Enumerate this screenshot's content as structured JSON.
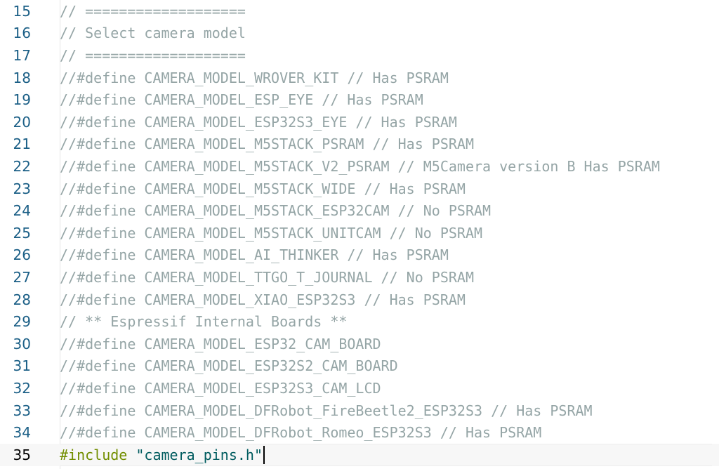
{
  "editor": {
    "lines": [
      {
        "num": "15",
        "text": "// ==================="
      },
      {
        "num": "16",
        "text": "// Select camera model"
      },
      {
        "num": "17",
        "text": "// ==================="
      },
      {
        "num": "18",
        "text": "//#define CAMERA_MODEL_WROVER_KIT // Has PSRAM"
      },
      {
        "num": "19",
        "text": "//#define CAMERA_MODEL_ESP_EYE // Has PSRAM"
      },
      {
        "num": "20",
        "text": "//#define CAMERA_MODEL_ESP32S3_EYE // Has PSRAM"
      },
      {
        "num": "21",
        "text": "//#define CAMERA_MODEL_M5STACK_PSRAM // Has PSRAM"
      },
      {
        "num": "22",
        "text": "//#define CAMERA_MODEL_M5STACK_V2_PSRAM // M5Camera version B Has PSRAM"
      },
      {
        "num": "23",
        "text": "//#define CAMERA_MODEL_M5STACK_WIDE // Has PSRAM"
      },
      {
        "num": "24",
        "text": "//#define CAMERA_MODEL_M5STACK_ESP32CAM // No PSRAM"
      },
      {
        "num": "25",
        "text": "//#define CAMERA_MODEL_M5STACK_UNITCAM // No PSRAM"
      },
      {
        "num": "26",
        "text": "//#define CAMERA_MODEL_AI_THINKER // Has PSRAM"
      },
      {
        "num": "27",
        "text": "//#define CAMERA_MODEL_TTGO_T_JOURNAL // No PSRAM"
      },
      {
        "num": "28",
        "text": "//#define CAMERA_MODEL_XIAO_ESP32S3 // Has PSRAM"
      },
      {
        "num": "29",
        "text": "// ** Espressif Internal Boards **"
      },
      {
        "num": "30",
        "text": "//#define CAMERA_MODEL_ESP32_CAM_BOARD"
      },
      {
        "num": "31",
        "text": "//#define CAMERA_MODEL_ESP32S2_CAM_BOARD"
      },
      {
        "num": "32",
        "text": "//#define CAMERA_MODEL_ESP32S3_CAM_LCD"
      },
      {
        "num": "33",
        "text": "//#define CAMERA_MODEL_DFRobot_FireBeetle2_ESP32S3 // Has PSRAM"
      },
      {
        "num": "34",
        "text": "//#define CAMERA_MODEL_DFRobot_Romeo_ESP32S3 // Has PSRAM"
      }
    ],
    "current_line": {
      "num": "35",
      "directive": "#include",
      "space": " ",
      "string": "\"camera_pins.h\""
    }
  },
  "colors": {
    "line_number": "#1b5f86",
    "comment": "#95a5a6",
    "preprocessor": "#728e00",
    "string": "#005c5f"
  }
}
